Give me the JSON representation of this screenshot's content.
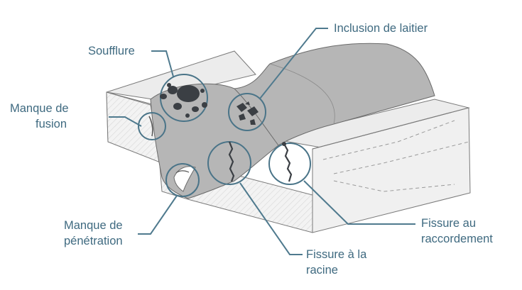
{
  "colors": {
    "label_text": "#3f6a80",
    "leader_line": "#4f7a8e",
    "callout_circle": "#4a7488",
    "block_face": "#f1f1f1",
    "block_top": "#e8e8e8",
    "weld_bead": "#b4b4b4",
    "defect_dark": "#3b3f44",
    "outline": "#6f6f6f"
  },
  "labels": {
    "soufflure": "Soufflure",
    "inclusion_laitier": "Inclusion de laitier",
    "manque_fusion": [
      "Manque de",
      "fusion"
    ],
    "manque_penetration": [
      "Manque de",
      "pénétration"
    ],
    "fissure_racine": [
      "Fissure à la",
      "racine"
    ],
    "fissure_raccordement": [
      "Fissure au",
      "raccordement"
    ]
  },
  "icons": {
    "soufflure": "porosity-pores-icon",
    "inclusion_laitier": "slag-inclusion-icon",
    "manque_fusion": "lack-of-fusion-icon",
    "manque_penetration": "lack-of-penetration-icon",
    "fissure_racine": "root-crack-icon",
    "fissure_raccordement": "toe-crack-icon"
  }
}
